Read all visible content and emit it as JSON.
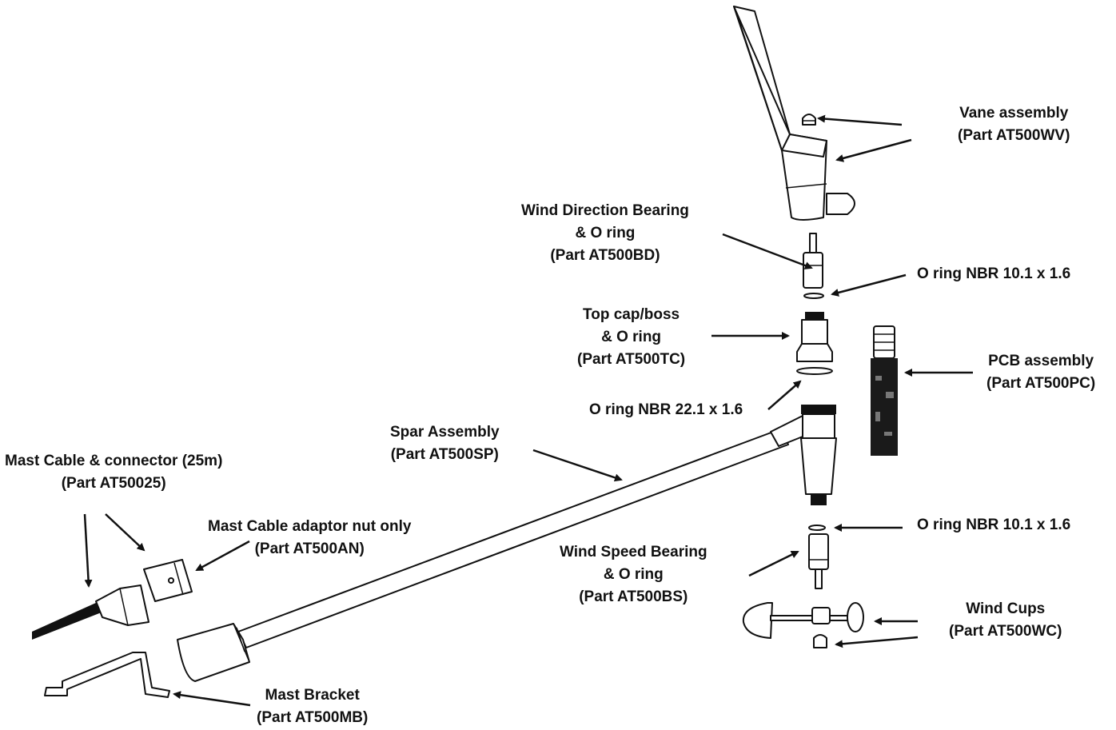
{
  "labels": {
    "vane": [
      "Vane assembly",
      "(Part AT500WV)"
    ],
    "bearing_dir": [
      "Wind Direction Bearing",
      "& O ring",
      "(Part AT500BD)"
    ],
    "oring_top": [
      "O ring NBR 10.1 x 1.6"
    ],
    "top_cap": [
      "Top cap/boss",
      "& O ring",
      "(Part AT500TC)"
    ],
    "pcb": [
      "PCB assembly",
      "(Part AT500PC)"
    ],
    "oring_mid": [
      "O ring NBR 22.1 x 1.6"
    ],
    "spar": [
      "Spar Assembly",
      "(Part AT500SP)"
    ],
    "mast_cable": [
      "Mast Cable & connector (25m)",
      "(Part AT50025)"
    ],
    "adaptor_nut": [
      "Mast Cable adaptor nut only",
      "(Part AT500AN)"
    ],
    "oring_bottom": [
      "O ring NBR 10.1 x 1.6"
    ],
    "bearing_speed": [
      "Wind Speed Bearing",
      "& O ring",
      "(Part AT500BS)"
    ],
    "cups": [
      "Wind Cups",
      "(Part AT500WC)"
    ],
    "bracket": [
      "Mast Bracket",
      "(Part AT500MB)"
    ]
  }
}
